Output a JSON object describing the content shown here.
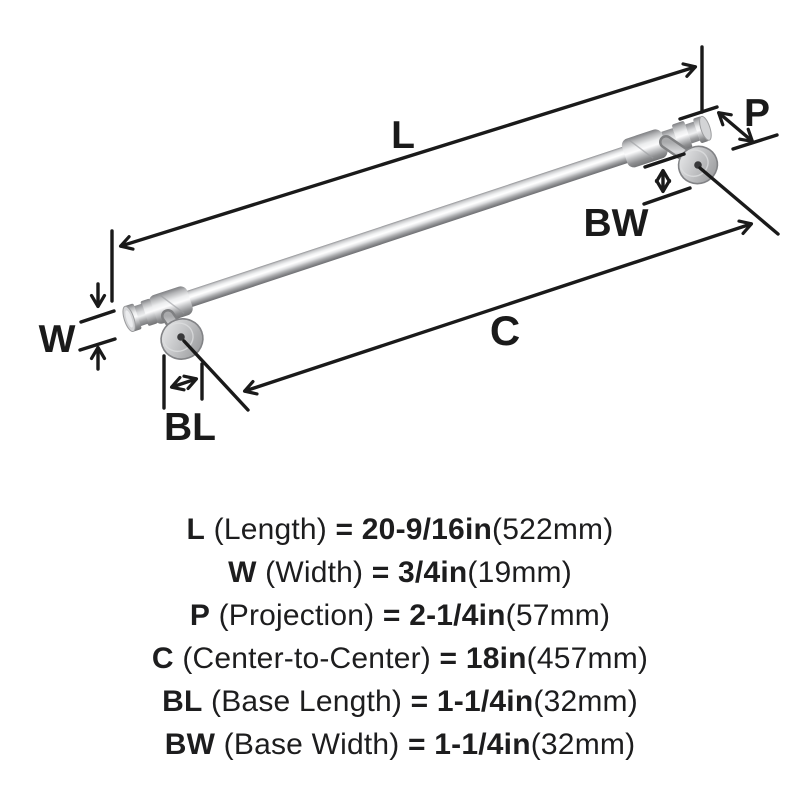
{
  "diagram": {
    "labels": {
      "L": "L",
      "W": "W",
      "P": "P",
      "C": "C",
      "BL": "BL",
      "BW": "BW"
    },
    "colors": {
      "dimension_lines": "#1a1a1a",
      "text": "#1d1d1e",
      "metal_light": "#f4f5f6",
      "metal_mid": "#c7c8ca",
      "metal_dark": "#8e8f92",
      "background": "#ffffff"
    }
  },
  "specs": [
    {
      "code": "L",
      "name": "(Length)",
      "eq": "=",
      "imperial": "20-9/16in",
      "metric": "(522mm)"
    },
    {
      "code": "W",
      "name": "(Width)",
      "eq": "=",
      "imperial": "3/4in",
      "metric": "(19mm)"
    },
    {
      "code": "P",
      "name": "(Projection)",
      "eq": "=",
      "imperial": "2-1/4in",
      "metric": "(57mm)"
    },
    {
      "code": "C",
      "name": "(Center-to-Center)",
      "eq": "=",
      "imperial": "18in",
      "metric": "(457mm)"
    },
    {
      "code": "BL",
      "name": "(Base Length)",
      "eq": "=",
      "imperial": "1-1/4in",
      "metric": "(32mm)"
    },
    {
      "code": "BW",
      "name": "(Base Width)",
      "eq": "=",
      "imperial": "1-1/4in",
      "metric": "(32mm)"
    }
  ]
}
